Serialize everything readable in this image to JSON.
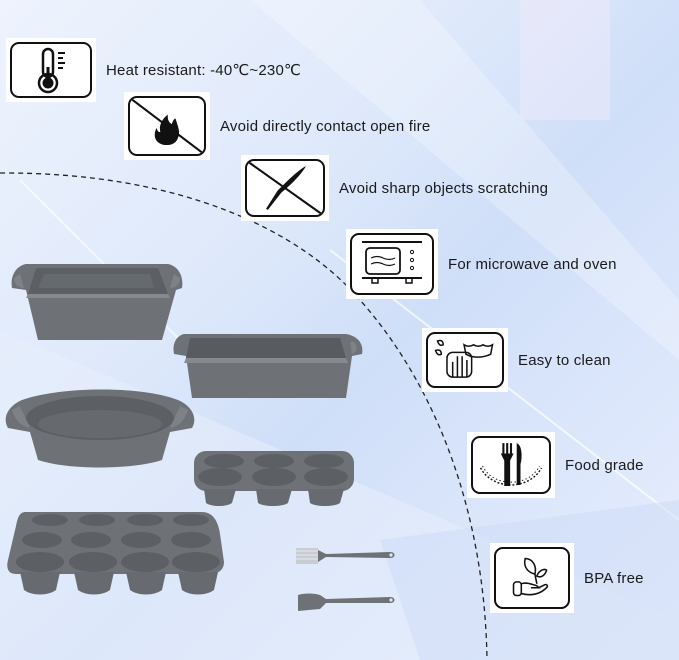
{
  "features": [
    {
      "id": "heat",
      "icon": "thermometer-icon",
      "label": "Heat resistant: -40℃~230℃"
    },
    {
      "id": "fire",
      "icon": "no-fire-icon",
      "label": "Avoid directly contact open fire"
    },
    {
      "id": "sharp",
      "icon": "no-knife-icon",
      "label": "Avoid sharp objects scratching"
    },
    {
      "id": "microwave",
      "icon": "microwave-icon",
      "label": "For microwave and oven"
    },
    {
      "id": "clean",
      "icon": "hand-wash-icon",
      "label": "Easy to clean"
    },
    {
      "id": "food",
      "icon": "fork-knife-icon",
      "label": "Food grade"
    },
    {
      "id": "bpa",
      "icon": "plant-hand-icon",
      "label": "BPA free"
    }
  ],
  "products": [
    {
      "name": "square-cake-pan"
    },
    {
      "name": "loaf-pan"
    },
    {
      "name": "round-cake-pan"
    },
    {
      "name": "6-cup-muffin-pan"
    },
    {
      "name": "12-cup-muffin-pan"
    },
    {
      "name": "pastry-brush"
    },
    {
      "name": "spatula"
    }
  ],
  "colors": {
    "silicone": "#6e7276",
    "silicone_dark": "#5c6064",
    "silicone_light": "#868a8e",
    "icon_stroke": "#111111",
    "text": "#1a1a1a"
  }
}
